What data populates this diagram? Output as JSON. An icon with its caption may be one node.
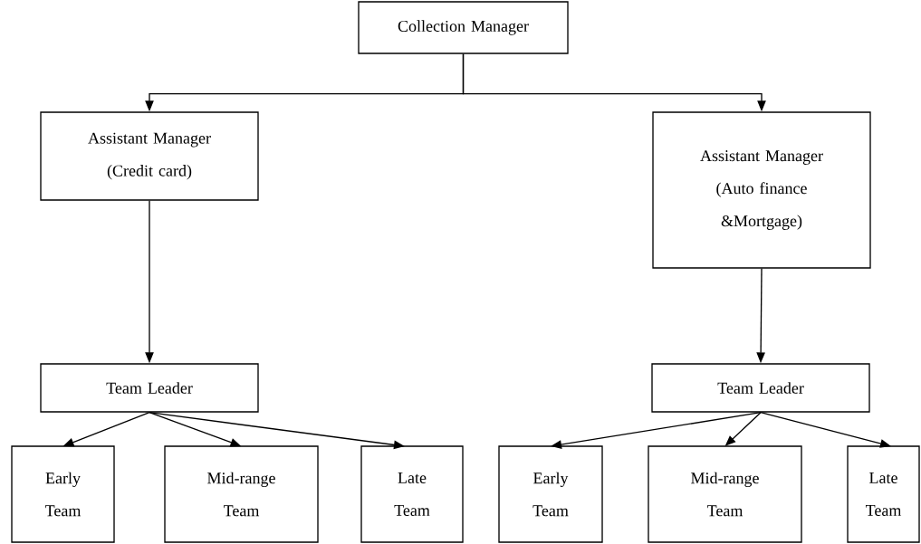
{
  "diagram": {
    "nodes": [
      {
        "text": [
          "Collection Manager"
        ]
      },
      {
        "text": [
          "Assistant Manager (Credit card)"
        ]
      },
      {
        "text": [
          "Assistant Manager (Auto finance &Mortgage)"
        ]
      },
      {
        "text": [
          "Team Leader"
        ]
      },
      {
        "text": [
          "Team Leader"
        ]
      },
      {
        "text": [
          "Early Team"
        ]
      },
      {
        "text": [
          "Mid-range Team"
        ]
      },
      {
        "text": [
          "Late Team"
        ]
      },
      {
        "text": [
          "Early Team"
        ]
      },
      {
        "text": [
          "Mid-range Team"
        ]
      },
      {
        "text": [
          "Late Team"
        ]
      }
    ],
    "edges": [
      {
        "from": 0,
        "to": 1,
        "arrow": "to"
      },
      {
        "from": 0,
        "to": 2,
        "arrow": "to"
      },
      {
        "from": 1,
        "to": 3,
        "arrow": "to"
      },
      {
        "from": 2,
        "to": 4,
        "arrow": "to"
      },
      {
        "from": 3,
        "to": 5,
        "arrow": "to"
      },
      {
        "from": 3,
        "to": 6,
        "arrow": "to"
      },
      {
        "from": 3,
        "to": 7,
        "arrow": "to"
      },
      {
        "from": 4,
        "to": 8,
        "arrow": "to"
      },
      {
        "from": 4,
        "to": 9,
        "arrow": "to"
      },
      {
        "from": 4,
        "to": 10,
        "arrow": "to"
      }
    ]
  }
}
